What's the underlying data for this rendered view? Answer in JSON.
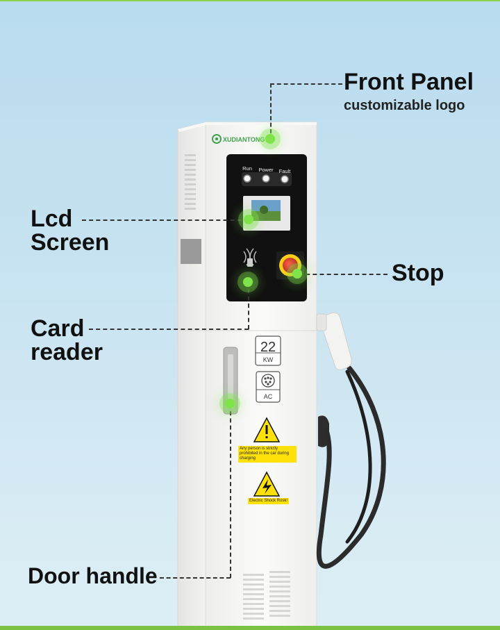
{
  "labels": {
    "front_panel_title": "Front Panel",
    "front_panel_sub": "customizable logo",
    "lcd_line1": "Lcd",
    "lcd_line2": "Screen",
    "stop": "Stop",
    "card_line1": "Card",
    "card_line2": "reader",
    "door_handle": "Door handle"
  },
  "charger": {
    "brand": "XUDIANTONG",
    "indicators": [
      "Run",
      "Power",
      "Fault"
    ],
    "power_value": "22",
    "power_unit": "KW",
    "current_type": "AC",
    "warning_1": "Any person is strictly prohibited in the car during charging",
    "warning_2": "Electric Shock Rosk!"
  },
  "colors": {
    "highlight": "#7fe34a",
    "accent_green": "#7cc242",
    "charger_body": "#f4f4f2",
    "panel": "#111111"
  },
  "icons": [
    "logo-flower-icon",
    "nfc-icon",
    "emergency-stop-icon",
    "ac-connector-icon",
    "warning-icon",
    "high-voltage-icon"
  ]
}
